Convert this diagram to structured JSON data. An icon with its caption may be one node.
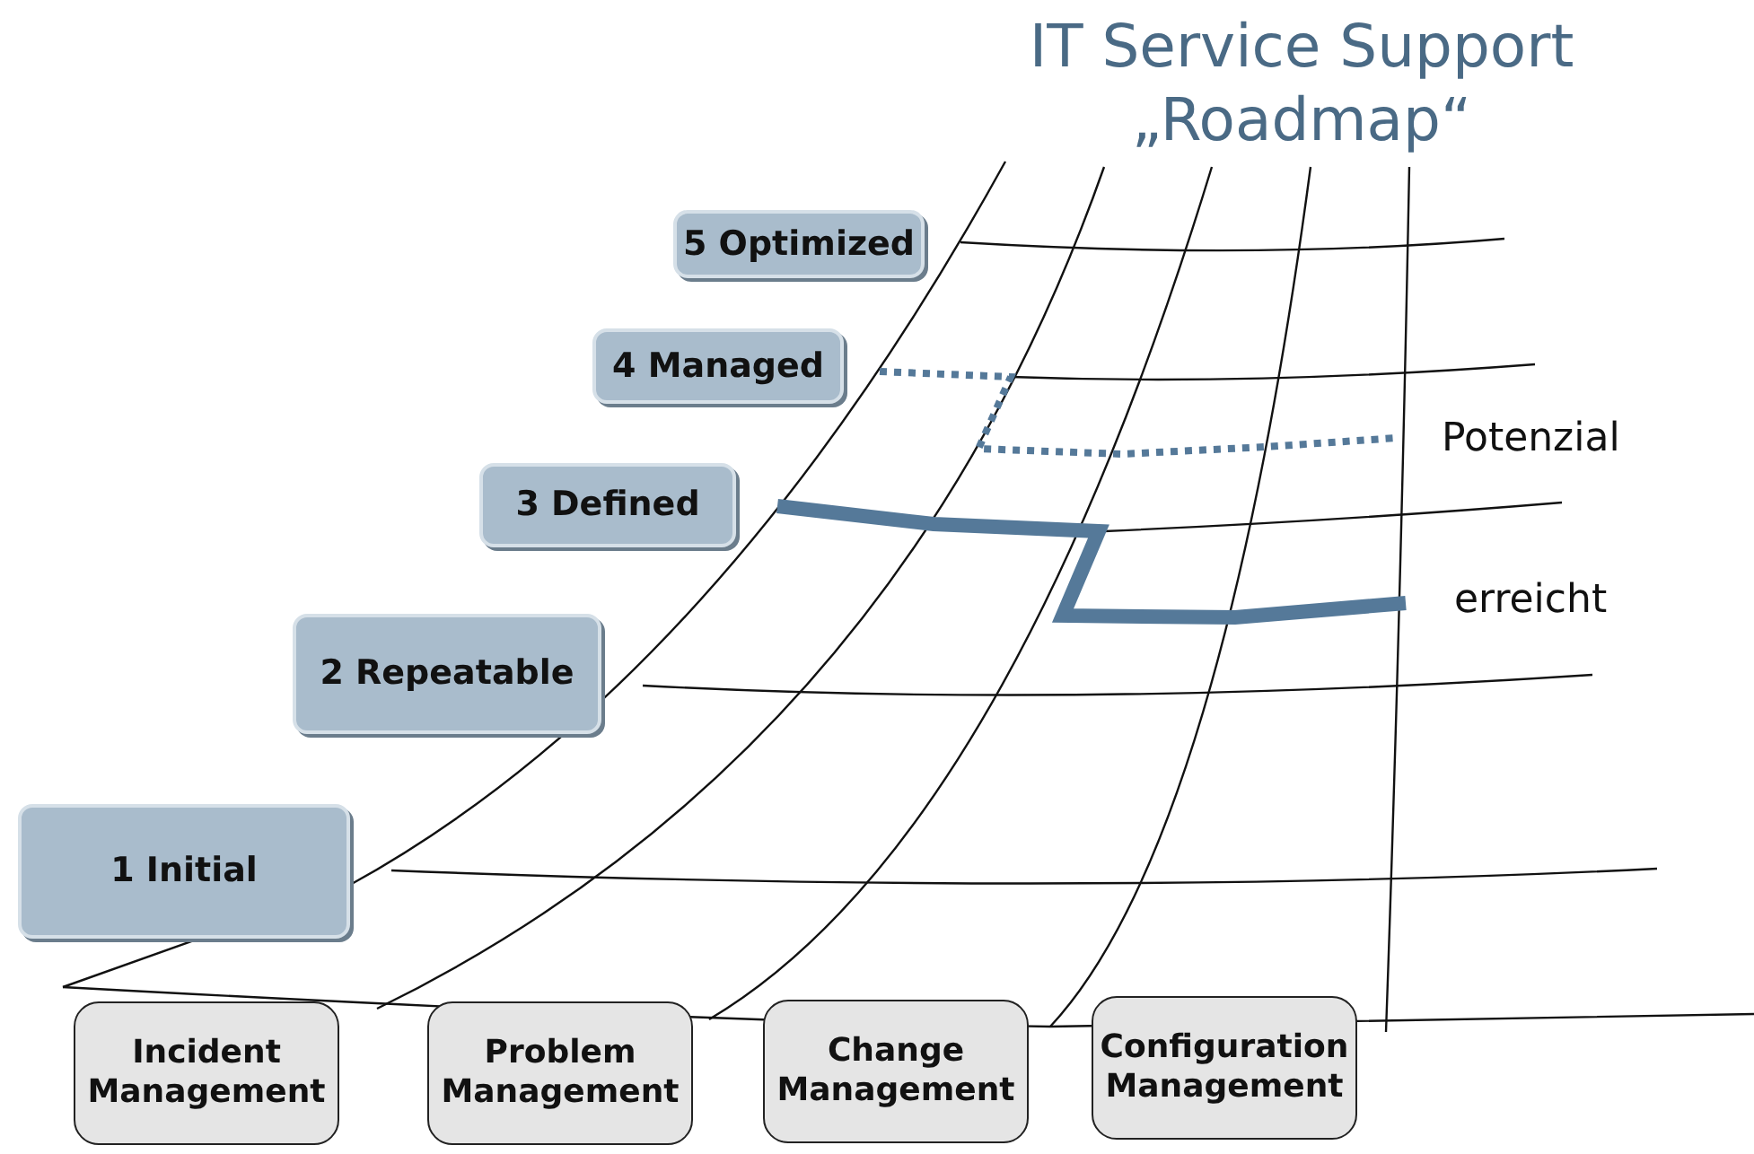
{
  "diagram": {
    "title": "IT Service Support „Roadmap“",
    "nodes": [
      {
        "text": [
          "5 Optimized"
        ]
      },
      {
        "text": [
          "4 Managed"
        ]
      },
      {
        "text": [
          "3 Defined"
        ]
      },
      {
        "text": [
          "2 Repeatable"
        ]
      },
      {
        "text": [
          "1 Initial"
        ]
      },
      {
        "text": [
          "Incident Management"
        ]
      },
      {
        "text": [
          "Problem Management"
        ]
      },
      {
        "text": [
          "Change Management"
        ]
      },
      {
        "text": [
          "Configuration Management"
        ]
      }
    ],
    "labels": [
      "Potenzial",
      "erreicht"
    ]
  }
}
